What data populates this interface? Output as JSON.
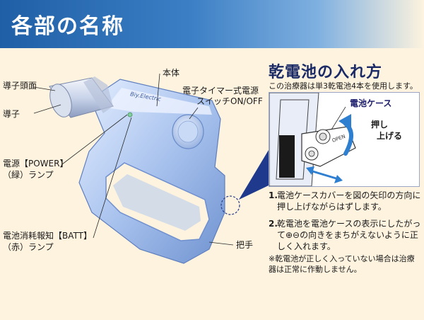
{
  "header": {
    "title": "各部の名称"
  },
  "device": {
    "brand_text": "Biy.Electric",
    "open_text": "OPEN"
  },
  "labels": {
    "conductor_head": "導子頭面",
    "conductor": "導子",
    "power_lamp_line1": "電源【POWER】",
    "power_lamp_line2": "（緑）ランプ",
    "batt_lamp_line1": "電池消耗報知【BATT】",
    "batt_lamp_line2": "（赤）ランプ",
    "body": "本体",
    "timer_switch_line1": "電子タイマー式電源",
    "timer_switch_line2": "スイッチON/OFF",
    "handle": "把手"
  },
  "battery": {
    "title": "乾電池の入れ方",
    "subtitle": "この治療器は単3乾電池4本を使用します。",
    "case_label": "電池ケース",
    "push_label_line1": "押し",
    "push_label_line2": "上げる",
    "steps": [
      {
        "num": "1.",
        "text": "電池ケースカバーを図の矢印の方向に押し上げながらはずします。"
      },
      {
        "num": "2.",
        "text": "乾電池を電池ケースの表示にしたがって⊕⊖の向きをまちがえないように正しく入れます。"
      }
    ],
    "note": "※乾電池が正しく入っていない場合は治療器は正常に作動しません。"
  },
  "colors": {
    "header_blue": "#1f5fa6",
    "background": "#fdf3df",
    "device_blue": "#8fb0e4",
    "title_navy": "#1a2a66",
    "arrow_blue": "#2f7fd0"
  }
}
